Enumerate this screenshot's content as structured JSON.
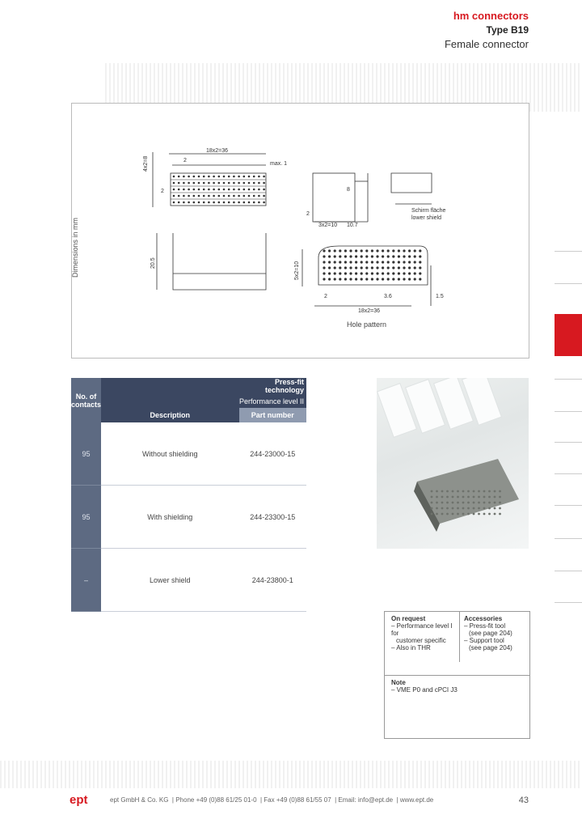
{
  "header": {
    "line1": "hm connectors",
    "line2": "Type B19",
    "line3": "Female connector"
  },
  "drawing": {
    "dimensions_label": "Dimensions in mm",
    "hole_pattern_label": "Hole pattern",
    "dims": {
      "top_width": "18x2=36",
      "max": "max. 1",
      "left_h": "4x2=8",
      "two_a": "2",
      "two_b": "2",
      "height_left": "20.5",
      "side_a": "3x2=10",
      "side_b": "10.7",
      "side_c": "8",
      "side_d": "2",
      "shield": "Schirm fläche",
      "shield2": "lower shield",
      "hp_v": "5x2=10",
      "hp_a": "2",
      "hp_b": "3.6",
      "hp_c": "1.5",
      "hp_w": "18x2=36"
    }
  },
  "table": {
    "col_no": "No. of contacts",
    "col_desc": "Description",
    "tech_line1": "Press-fit technology",
    "tech_line2": "Performance level II",
    "col_part": "Part number",
    "rows": [
      {
        "no": "95",
        "desc": "Without shielding",
        "part": "244-23000-15"
      },
      {
        "no": "95",
        "desc": "With shielding",
        "part": "244-23300-15"
      },
      {
        "no": "–",
        "desc": "Lower shield",
        "part": "244-23800-1"
      }
    ]
  },
  "info": {
    "on_request_title": "On request",
    "on_request_1": "– Performance level I for",
    "on_request_1b": "customer specific",
    "on_request_2": "– Also in THR",
    "accessories_title": "Accessories",
    "acc_1": "– Press-fit tool",
    "acc_1b": "(see page 204)",
    "acc_2": "– Support tool",
    "acc_2b": "(see page 204)",
    "note_title": "Note",
    "note_1": "– VME P0 and cPCI J3"
  },
  "footer": {
    "logo": "ept",
    "company": "ept GmbH & Co. KG",
    "phone": "Phone +49 (0)88 61/25 01-0",
    "fax": "Fax +49 (0)88 61/55 07",
    "email": "Email: info@ept.de",
    "web": "www.ept.de",
    "page": "43"
  }
}
